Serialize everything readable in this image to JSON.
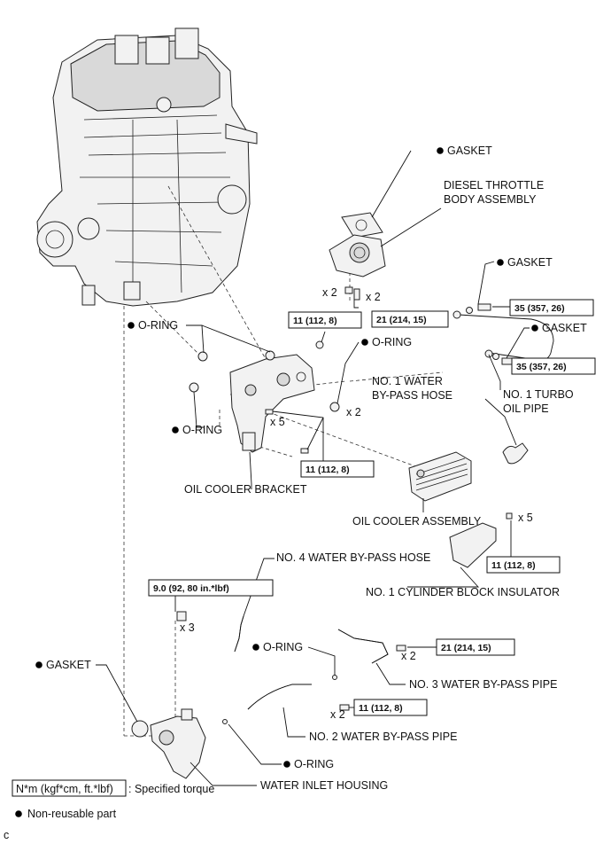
{
  "labels": {
    "gasket_top": "GASKET",
    "throttle_1": "DIESEL THROTTLE",
    "throttle_2": "BODY ASSEMBLY",
    "gasket_r1": "GASKET",
    "gasket_r2": "GASKET",
    "turbo_1": "NO. 1 TURBO",
    "turbo_2": "OIL PIPE",
    "oring_a": "O-RING",
    "oring_b": "O-RING",
    "oring_c": "O-RING",
    "wbh1_1": "NO. 1 WATER",
    "wbh1_2": "BY-PASS HOSE",
    "oil_cooler_bracket": "OIL COOLER BRACKET",
    "oil_cooler_assembly": "OIL COOLER ASSEMBLY",
    "wbh4": "NO. 4 WATER BY-PASS HOSE",
    "insulator": "NO. 1 CYLINDER BLOCK INSULATOR",
    "oring_d": "O-RING",
    "gasket_left": "GASKET",
    "wbp3": "NO. 3 WATER BY-PASS PIPE",
    "wbp2": "NO. 2 WATER BY-PASS PIPE",
    "oring_e": "O-RING",
    "water_inlet": "WATER INLET HOUSING"
  },
  "torques": {
    "t1": "11 (112, 8)",
    "t2": "21 (214, 15)",
    "t3": "35 (357, 26)",
    "t4": "35 (357, 26)",
    "t5": "11 (112, 8)",
    "t6": "11 (112, 8)",
    "t7": "9.0 (92, 80 in.*lbf)",
    "t8": "21 (214, 15)",
    "t9": "11 (112, 8)"
  },
  "quantities": {
    "q1": "x 2",
    "q2": "x 2",
    "q3": "x 2",
    "q4": "x 5",
    "q5": "x 5",
    "q6": "x 3",
    "q7": "x 2",
    "q8": "x 2"
  },
  "legend": {
    "torque_box": "N*m (kgf*cm, ft.*lbf)",
    "torque_desc": ": Specified torque",
    "nonreusable": "Non-reusable part"
  },
  "corner_mark": "c"
}
